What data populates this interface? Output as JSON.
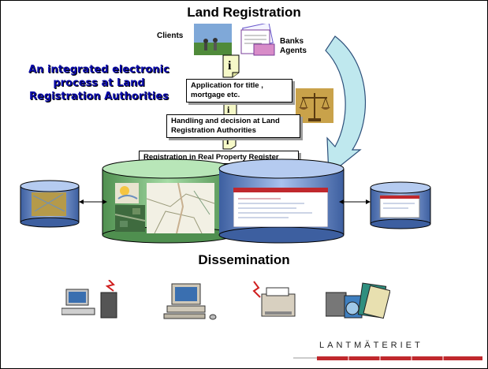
{
  "title": "Land Registration",
  "labels": {
    "clients": "Clients",
    "banks_agents_line1": "Banks",
    "banks_agents_line2": "Agents"
  },
  "side_title": {
    "line1": "An integrated electronic",
    "line2": "process at Land",
    "line3": "Registration Authorities"
  },
  "steps": {
    "application_line1": "Application for title ,",
    "application_line2": "mortgage etc.",
    "handling_line1": "Handling and decision at Land",
    "handling_line2": "Registration Authorities",
    "registration": "Registration in Real Property Register"
  },
  "dissemination": "Dissemination",
  "logo": "LANTMÄTERIET",
  "colors": {
    "cylinder_green": "#8fc98f",
    "cylinder_blue": "#7f9fd6",
    "arrow_fill": "#bfe8ee",
    "logo_red": "#c0282d",
    "title_blue": "#0a0aa8"
  }
}
